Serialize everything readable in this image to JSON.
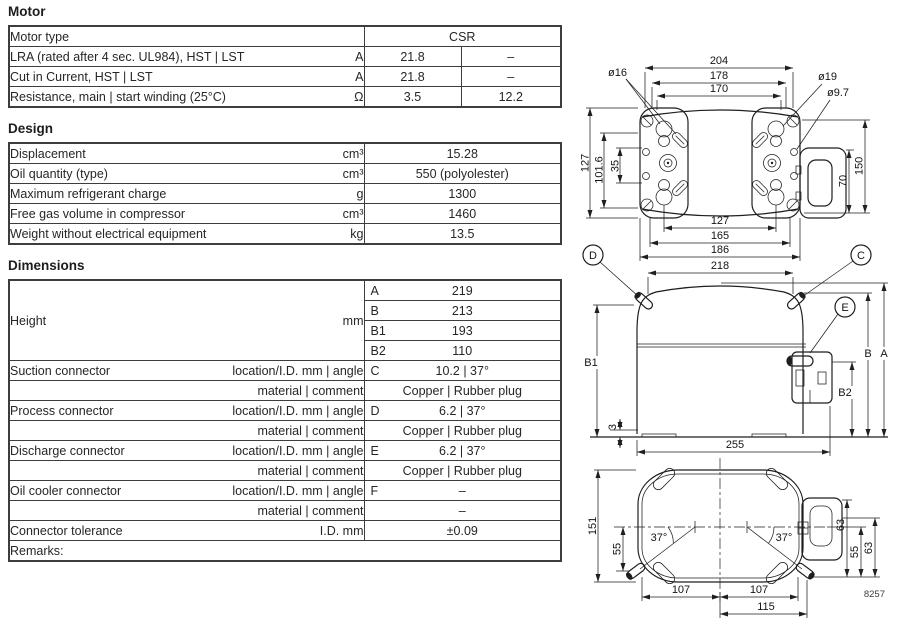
{
  "motor": {
    "title": "Motor",
    "rows": [
      {
        "label": "Motor type",
        "value": "CSR"
      },
      {
        "label": "LRA (rated after 4 sec. UL984), HST | LST",
        "unit": "A",
        "v1": "21.8",
        "v2": "–"
      },
      {
        "label": "Cut in Current, HST | LST",
        "unit": "A",
        "v1": "21.8",
        "v2": "–"
      },
      {
        "label": "Resistance, main | start winding (25°C)",
        "unit": "Ω",
        "v1": "3.5",
        "v2": "12.2"
      }
    ]
  },
  "design": {
    "title": "Design",
    "rows": [
      {
        "label": "Displacement",
        "unit": "cm³",
        "value": "15.28"
      },
      {
        "label": "Oil quantity (type)",
        "unit": "cm³",
        "value": "550 (polyolester)"
      },
      {
        "label": "Maximum refrigerant charge",
        "unit": "g",
        "value": "1300"
      },
      {
        "label": "Free gas volume in compressor",
        "unit": "cm³",
        "value": "1460"
      },
      {
        "label": "Weight without electrical equipment",
        "unit": "kg",
        "value": "13.5"
      }
    ]
  },
  "dimensions": {
    "title": "Dimensions",
    "height": {
      "label": "Height",
      "unit": "mm",
      "rows": [
        {
          "key": "A",
          "value": "219"
        },
        {
          "key": "B",
          "value": "213"
        },
        {
          "key": "B1",
          "value": "193"
        },
        {
          "key": "B2",
          "value": "110"
        }
      ]
    },
    "connectors": [
      {
        "label": "Suction connector",
        "unit": "location/I.D. mm | angle",
        "key": "C",
        "value": "10.2 | 37°",
        "unit2": "material | comment",
        "value2": "Copper | Rubber plug"
      },
      {
        "label": "Process connector",
        "unit": "location/I.D. mm | angle",
        "key": "D",
        "value": "6.2 | 37°",
        "unit2": "material | comment",
        "value2": "Copper | Rubber plug"
      },
      {
        "label": "Discharge connector",
        "unit": "location/I.D. mm | angle",
        "key": "E",
        "value": "6.2 | 37°",
        "unit2": "material | comment",
        "value2": "Copper | Rubber plug"
      },
      {
        "label": "Oil cooler connector",
        "unit": "location/I.D. mm | angle",
        "key": "F",
        "value": "–",
        "unit2": "material | comment",
        "value2": "–"
      }
    ],
    "tolerance": {
      "label": "Connector tolerance",
      "unit": "I.D. mm",
      "value": "±0.09"
    },
    "remarks_label": "Remarks:"
  },
  "drawings": {
    "top": {
      "o16": "ø16",
      "d204": "204",
      "d178": "178",
      "d170": "170",
      "o19": "ø19",
      "o97": "ø9.7",
      "d127_left": "127",
      "d101_6": "101.6",
      "d35": "35",
      "d70": "70",
      "d150": "150",
      "d127_bottom": "127",
      "d165": "165",
      "d186": "186"
    },
    "front": {
      "label_d": "D",
      "label_c": "C",
      "label_e": "E",
      "d218": "218",
      "b1": "B1",
      "d3": "3",
      "d255": "255",
      "b2": "B2",
      "b": "B",
      "a": "A"
    },
    "bottom": {
      "d151": "151",
      "d55_left": "55",
      "angle_left": "37°",
      "angle_right": "37°",
      "d63_inner": "63",
      "d55_right": "55",
      "d63_outer": "63",
      "d107_left": "107",
      "d107_right": "107",
      "d115": "115",
      "figure_number": "8257"
    }
  }
}
